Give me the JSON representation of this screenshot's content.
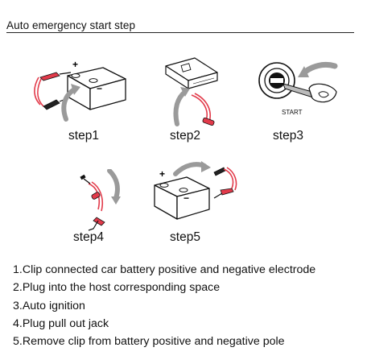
{
  "header": {
    "title": "Auto emergency start step"
  },
  "steps": [
    {
      "label": "step1",
      "icon": "battery-clamp-icon"
    },
    {
      "label": "step2",
      "icon": "jump-starter-plug-icon"
    },
    {
      "label": "step3",
      "icon": "ignition-key-icon"
    },
    {
      "label": "step4",
      "icon": "unplug-jack-icon"
    },
    {
      "label": "step5",
      "icon": "remove-clamp-icon"
    }
  ],
  "ignition_text": "START",
  "instructions": [
    "1.Clip connected car battery positive and negative electrode",
    "2.Plug into the host corresponding space",
    "3.Auto ignition",
    "4.Plug pull out jack",
    "5.Remove clip from battery positive and negative pole"
  ],
  "colors": {
    "cable_red": "#e23a4a",
    "arrow_gray": "#9a9a9a"
  }
}
